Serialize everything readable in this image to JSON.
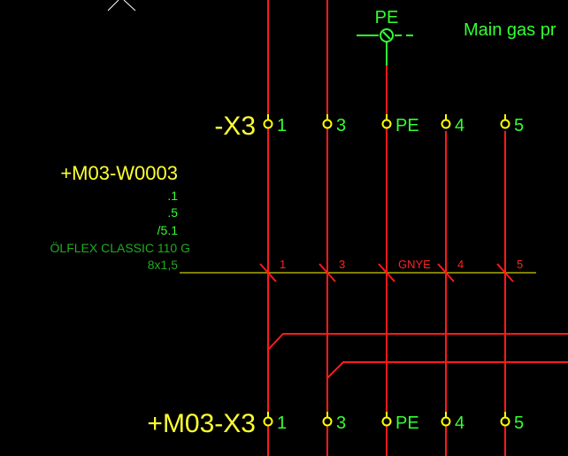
{
  "colors": {
    "background": "#000000",
    "wire": "#ff1a1a",
    "terminal": "#ffff00",
    "label_yellow": "#ffff33",
    "label_green": "#33ff33",
    "label_dim_green": "#22aa22",
    "cable_line": "#ffff00",
    "cross_mark": "#ff1a1a",
    "core_label": "#ff2222",
    "pe_symbol": "#33ff33",
    "corner_mark": "#ffffff"
  },
  "pe_symbol": {
    "label": "PE",
    "icon": "ground-terminal-icon"
  },
  "annotation": {
    "text": "Main gas pr"
  },
  "terminal_strip_top": {
    "tag": "-X3",
    "terminals": [
      "1",
      "3",
      "PE",
      "4",
      "5"
    ]
  },
  "terminal_strip_bottom": {
    "tag": "+M03-X3",
    "terminals": [
      "1",
      "3",
      "PE",
      "4",
      "5"
    ]
  },
  "cable": {
    "tag": "+M03-W0003",
    "details": [
      ".1",
      ".5",
      "/5.1",
      "ÖLFLEX CLASSIC 110 G",
      "8x1,5"
    ],
    "cores": [
      "1",
      "3",
      "GNYE",
      "4",
      "5"
    ]
  }
}
